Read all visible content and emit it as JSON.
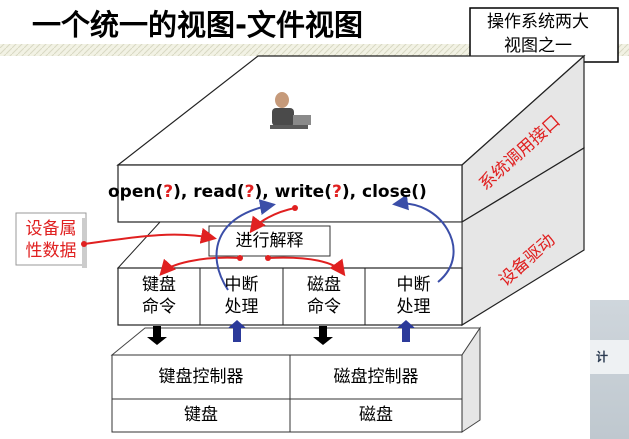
{
  "title": "一个统一的视图-文件视图",
  "callout": {
    "line1": "操作系统两大",
    "line2": "视图之一"
  },
  "api": {
    "open": "open(",
    "open_q": "?",
    "open_end": "),",
    "read": "read(",
    "read_q": "?",
    "read_end": "),",
    "write": "write(",
    "write_q": "?",
    "write_end": "),",
    "close": "close()"
  },
  "layers": {
    "syscall_label": "系统调用接口",
    "driver_label": "设备驱动"
  },
  "interpret": "进行解释",
  "device_attr": {
    "line1": "设备属",
    "line2": "性数据"
  },
  "driver_boxes": [
    {
      "line1": "键盘",
      "line2": "命令"
    },
    {
      "line1": "中断",
      "line2": "处理"
    },
    {
      "line1": "磁盘",
      "line2": "命令"
    },
    {
      "line1": "中断",
      "line2": "处理"
    }
  ],
  "controllers": {
    "keyboard": "键盘控制器",
    "disk": "磁盘控制器"
  },
  "devices": {
    "keyboard": "键盘",
    "disk": "磁盘"
  },
  "corner_photo_text": "计",
  "colors": {
    "accent_red": "#e02020",
    "arrow_blue": "#3b4ea8",
    "up_arrow": "#2c3a9a"
  }
}
